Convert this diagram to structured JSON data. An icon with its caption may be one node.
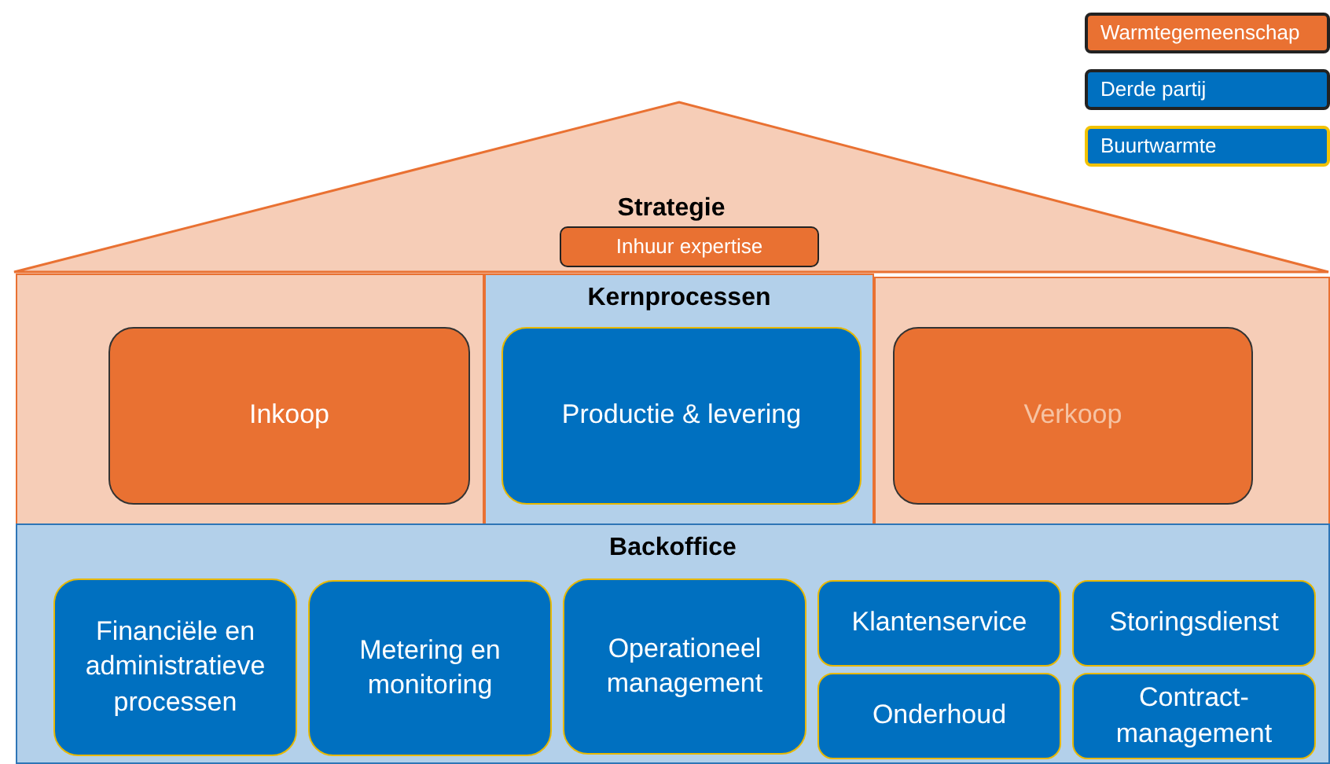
{
  "diagram": {
    "nodes": [
      {
        "text": [
          "Strategie"
        ]
      },
      {
        "text": [
          "Inhuur expertise"
        ],
        "in": 0
      },
      {
        "text": [],
        "shape": "box"
      },
      {
        "text": [
          "Inkoop"
        ],
        "in": 2
      },
      {
        "text": [
          "Kernprocessen"
        ]
      },
      {
        "text": [
          "Productie & levering"
        ],
        "in": 4
      },
      {
        "text": [],
        "shape": "box"
      },
      {
        "text": [
          "Verkoop"
        ],
        "in": 6
      },
      {
        "text": [
          "Backoffice"
        ]
      },
      {
        "text": [
          "Financiële en administratieve processen"
        ],
        "in": 8
      },
      {
        "text": [
          "Metering en monitoring"
        ],
        "in": 8
      },
      {
        "text": [
          "Operationeel management"
        ],
        "in": 8
      },
      {
        "text": [
          "Klantenservice"
        ],
        "in": 8
      },
      {
        "text": [
          "Storingsdienst"
        ],
        "in": 8
      },
      {
        "text": [
          "Onderhoud"
        ],
        "in": 8
      },
      {
        "text": [
          "Contract- management"
        ],
        "in": 8
      }
    ],
    "edges": [],
    "legend": [
      {
        "text": "Warmtegemeenschap",
        "color": "#e97132"
      },
      {
        "text": "Derde partij",
        "color": "#0070c0"
      },
      {
        "text": "Buurtwarmte",
        "color": "#0070c0"
      }
    ]
  }
}
